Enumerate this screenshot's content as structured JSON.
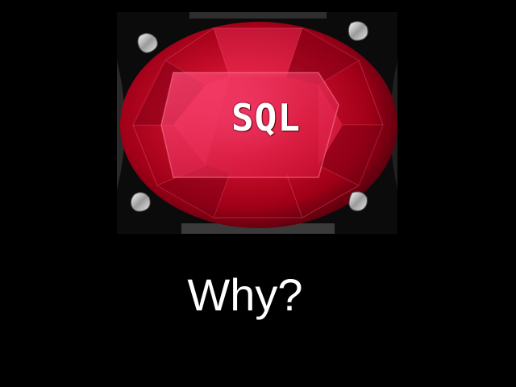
{
  "slide": {
    "image_label": "SQL",
    "title": "Why?"
  },
  "colors": {
    "background": "#000000",
    "ruby_deep": "#6a0010",
    "ruby_mid": "#c0102a",
    "ruby_bright": "#f0285a",
    "text": "#ffffff"
  },
  "icons": {
    "image": "ruby-gemstone"
  }
}
